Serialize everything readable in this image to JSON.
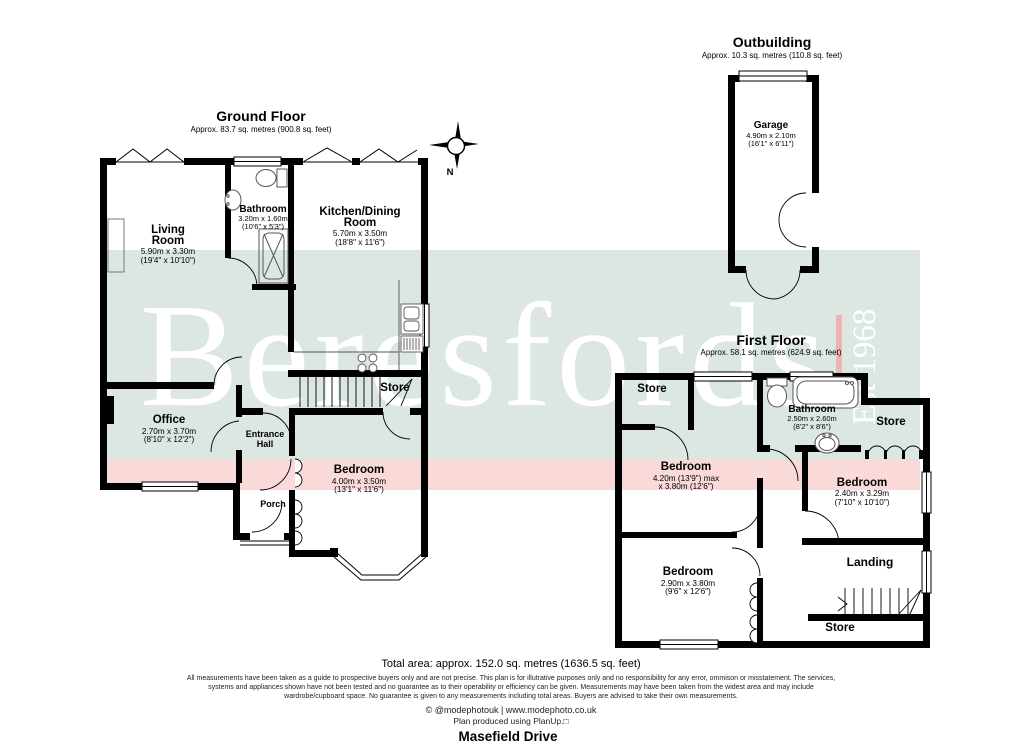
{
  "meta": {
    "address": "Masefield Drive",
    "total_area": "Total area: approx. 152.0 sq. metres (1636.5 sq. feet)"
  },
  "watermark": {
    "name": "Beresfords",
    "est": "Est 1968"
  },
  "compass": {
    "north": "N"
  },
  "colors": {
    "band_green": "#dbe7e0",
    "band_pink": "#fad9d9",
    "logo_bar": "#f0b2b5",
    "wall": "#000000"
  },
  "floors": {
    "ground": {
      "title": "Ground Floor",
      "area": "Approx. 83.7 sq. metres (900.8 sq. feet)",
      "rooms": {
        "living": {
          "line1": "Living",
          "line2": "Room",
          "dims": "5.90m x 3.30m",
          "imperial": "(19'4\" x 10'10\")"
        },
        "bathroom": {
          "name": "Bathroom",
          "dims": "3.20m x 1.60m",
          "imperial": "(10'6\" x 5'3\")"
        },
        "kitchen": {
          "line1": "Kitchen/Dining",
          "line2": "Room",
          "dims": "5.70m x 3.50m",
          "imperial": "(18'8\" x 11'6\")"
        },
        "office": {
          "name": "Office",
          "dims": "2.70m x 3.70m",
          "imperial": "(8'10\" x 12'2\")"
        },
        "store": {
          "name": "Store"
        },
        "entrance": {
          "line1": "Entrance",
          "line2": "Hall"
        },
        "bedroom": {
          "name": "Bedroom",
          "dims": "4.00m x 3.50m",
          "imperial": "(13'1\" x 11'6\")"
        },
        "porch": {
          "name": "Porch"
        }
      }
    },
    "first": {
      "title": "First Floor",
      "area": "Approx. 58.1 sq. metres (624.9 sq. feet)",
      "rooms": {
        "store_tl": {
          "name": "Store"
        },
        "bathroom": {
          "name": "Bathroom",
          "dims": "2.50m x 2.60m",
          "imperial": "(8'2\" x 8'6\")"
        },
        "store_r": {
          "name": "Store"
        },
        "bedroom1": {
          "name": "Bedroom",
          "dims": "4.20m (13'9\") max",
          "imperial": "x 3.80m (12'6\")"
        },
        "bedroom2": {
          "name": "Bedroom",
          "dims": "2.40m x 3.29m",
          "imperial": "(7'10\" x 10'10\")"
        },
        "bedroom3": {
          "name": "Bedroom",
          "dims": "2.90m x 3.80m",
          "imperial": "(9'6\" x 12'6\")"
        },
        "landing": {
          "name": "Landing"
        },
        "store_b": {
          "name": "Store"
        }
      }
    },
    "outbuilding": {
      "title": "Outbuilding",
      "area": "Approx. 10.3 sq. metres (110.8 sq. feet)",
      "rooms": {
        "garage": {
          "name": "Garage",
          "dims": "4.90m x 2.10m",
          "imperial": "(16'1\" x 6'11\")"
        }
      }
    }
  },
  "footer": {
    "disclaimer1": "All measurements have been taken as a guide to prospective buyers only and are not precise. This plan is for illutrative purposes only and no responsibility for any error, ommison or misstatement. The services,",
    "disclaimer2": "systems and appliances shown have not been tested and no guarantee as to their operability or efficiency can be given. Measurements may have been taken from the widest area and may include",
    "disclaimer3": "wardrobe/cupboard space. No guarantee is given to any measurements including total areas. Buyers are advised to take their own measurements.",
    "credit": "© @modephotouk | www.modephoto.co.uk",
    "software": "Plan produced using PlanUp.□"
  }
}
